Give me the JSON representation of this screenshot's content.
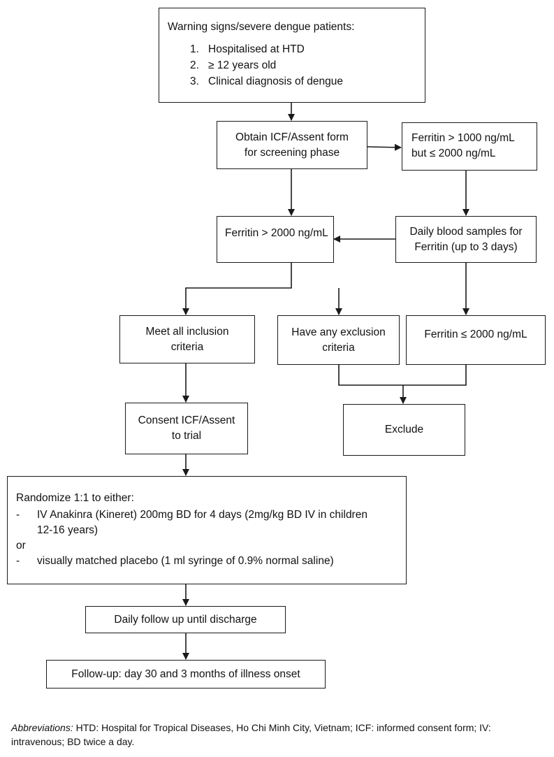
{
  "diagram": {
    "top_box": {
      "title": "Warning signs/severe dengue patients:",
      "items": [
        {
          "num": "1.",
          "text": "Hospitalised at HTD"
        },
        {
          "num": "2.",
          "text": "≥ 12 years old"
        },
        {
          "num": "3.",
          "text": "Clinical diagnosis of dengue"
        }
      ]
    },
    "icf_screening": {
      "line1": "Obtain ICF/Assent form",
      "line2": "for screening phase"
    },
    "ferritin_mid": {
      "line1": "Ferritin > 1000 ng/mL",
      "line2": "but ≤ 2000 ng/mL"
    },
    "ferritin_high": {
      "text": "Ferritin > 2000 ng/mL"
    },
    "daily_samples": {
      "line1": "Daily blood samples for",
      "line2": "Ferritin (up to 3 days)"
    },
    "meet_inclusion": {
      "line1": "Meet all inclusion",
      "line2": "criteria"
    },
    "any_exclusion": {
      "line1": "Have any exclusion",
      "line2": "criteria"
    },
    "ferritin_low": {
      "text": "Ferritin ≤ 2000 ng/mL"
    },
    "consent_trial": {
      "line1": "Consent ICF/Assent",
      "line2": "to trial"
    },
    "exclude": {
      "text": "Exclude"
    },
    "randomize": {
      "title": "Randomize 1:1 to either:",
      "dash": "-",
      "option1_a": "IV Anakinra (Kineret) 200mg BD for 4 days (2mg/kg BD IV in children",
      "option1_b": "12-16 years)",
      "or": "or",
      "option2": "visually matched placebo (1 ml syringe of 0.9% normal saline)"
    },
    "daily_follow": {
      "text": "Daily follow up until discharge"
    },
    "follow_up": {
      "text": "Follow-up: day 30 and 3 months of illness onset"
    }
  },
  "abbreviations": {
    "label": "Abbreviations:",
    "text": " HTD: Hospital for Tropical Diseases, Ho Chi Minh City, Vietnam; ICF: informed consent form; IV: intravenous; BD twice a day."
  }
}
